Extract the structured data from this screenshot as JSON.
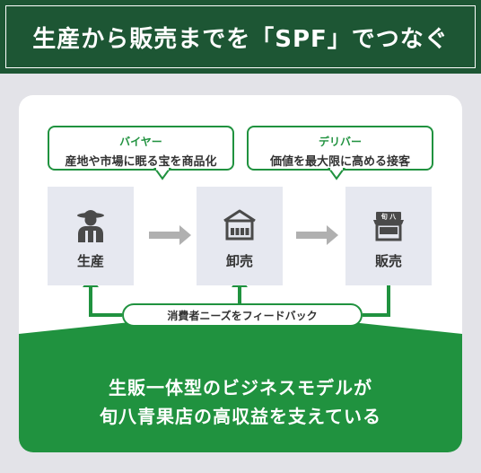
{
  "header": {
    "title": "生産から販売までを「SPF」でつなぐ"
  },
  "bubbles": {
    "buyer": {
      "role": "バイヤー",
      "text": "産地や市場に眠る宝を商品化"
    },
    "delivery": {
      "role": "デリバー",
      "text": "価値を最大限に高める接客"
    }
  },
  "nodes": {
    "production": {
      "label": "生産"
    },
    "wholesale": {
      "label": "卸売"
    },
    "retail": {
      "label": "販売",
      "sign_text": "旬 八"
    }
  },
  "feedback": {
    "label": "消費者ニーズをフィードバック"
  },
  "bottom": {
    "line1": "生販一体型のビジネスモデルが",
    "line2": "旬八青果店の高収益を支えている"
  },
  "colors": {
    "header_bg": "#1d5634",
    "accent_green": "#20923f",
    "node_bg": "#e6e8f0",
    "page_bg": "#e3e3e8",
    "arrow_gray": "#b0b0b0",
    "icon_dark": "#4a4a4a"
  },
  "icons": {
    "production": "farmer-icon",
    "wholesale": "warehouse-icon",
    "retail": "shop-icon"
  }
}
